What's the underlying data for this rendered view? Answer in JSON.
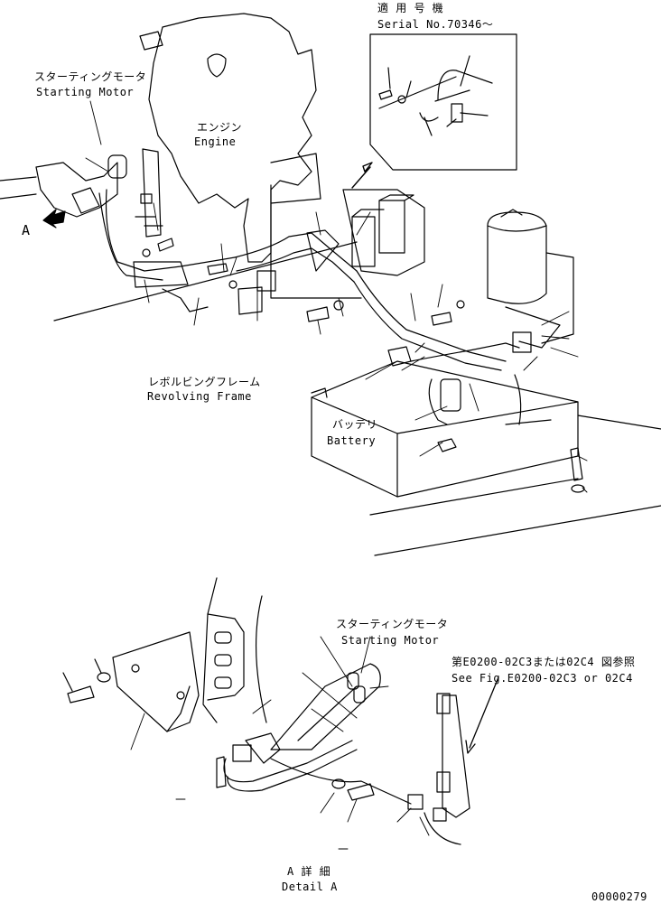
{
  "labels": {
    "serial_title_jp": "適 用 号 機",
    "serial_no": "Serial No.70346～",
    "starting_motor_jp": "スターティングモータ",
    "starting_motor_en": "Starting Motor",
    "engine_jp": "エンジン",
    "engine_en": "Engine",
    "view_marker": "A",
    "revolving_frame_jp": "レボルビングフレーム",
    "revolving_frame_en": "Revolving Frame",
    "battery_jp": "バッテリ",
    "battery_en": "Battery",
    "detail_starting_motor_jp": "スターティングモータ",
    "detail_starting_motor_en": "Starting Motor",
    "see_fig_jp": "第E0200-02C3または02C4 図参照",
    "see_fig_en": "See Fig.E0200-02C3 or 02C4",
    "detail_jp": "A 詳 細",
    "detail_en": "Detail A",
    "drawing_number": "00000279"
  }
}
